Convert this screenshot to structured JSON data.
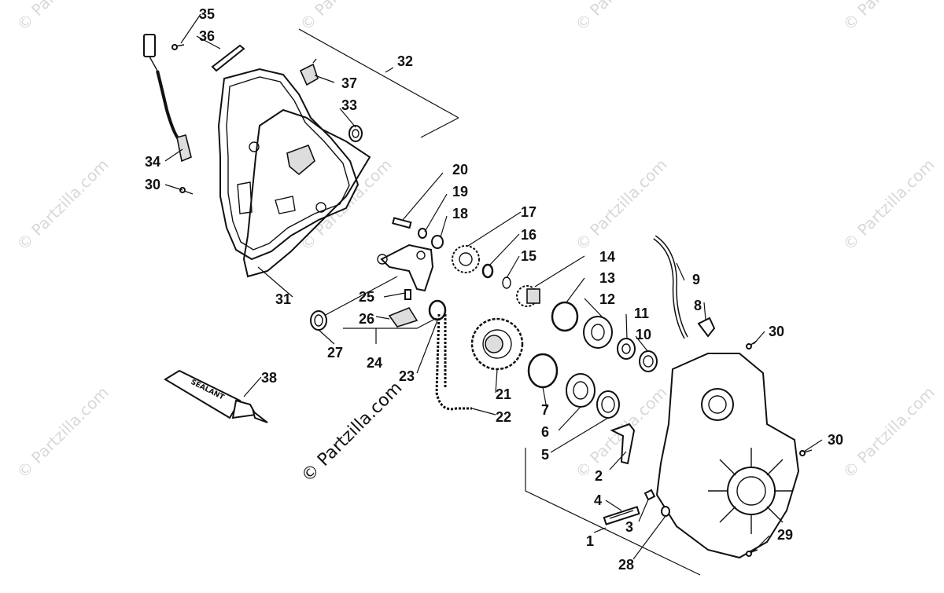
{
  "watermark": {
    "text": "© Partzilla.com",
    "main_text": "© Partzilla.com"
  },
  "tube": {
    "label": "SEALANT"
  },
  "callouts": [
    {
      "id": "c1",
      "text": "1"
    },
    {
      "id": "c2",
      "text": "2"
    },
    {
      "id": "c3",
      "text": "3"
    },
    {
      "id": "c4",
      "text": "4"
    },
    {
      "id": "c5",
      "text": "5"
    },
    {
      "id": "c6",
      "text": "6"
    },
    {
      "id": "c7",
      "text": "7"
    },
    {
      "id": "c8",
      "text": "8"
    },
    {
      "id": "c9",
      "text": "9"
    },
    {
      "id": "c10",
      "text": "10"
    },
    {
      "id": "c11",
      "text": "11"
    },
    {
      "id": "c12",
      "text": "12"
    },
    {
      "id": "c13",
      "text": "13"
    },
    {
      "id": "c14",
      "text": "14"
    },
    {
      "id": "c15",
      "text": "15"
    },
    {
      "id": "c16",
      "text": "16"
    },
    {
      "id": "c17",
      "text": "17"
    },
    {
      "id": "c18",
      "text": "18"
    },
    {
      "id": "c19",
      "text": "19"
    },
    {
      "id": "c20",
      "text": "20"
    },
    {
      "id": "c21",
      "text": "21"
    },
    {
      "id": "c22",
      "text": "22"
    },
    {
      "id": "c23",
      "text": "23"
    },
    {
      "id": "c24",
      "text": "24"
    },
    {
      "id": "c25",
      "text": "25"
    },
    {
      "id": "c26",
      "text": "26"
    },
    {
      "id": "c27",
      "text": "27"
    },
    {
      "id": "c28",
      "text": "28"
    },
    {
      "id": "c29",
      "text": "29"
    },
    {
      "id": "c30a",
      "text": "30"
    },
    {
      "id": "c30b",
      "text": "30"
    },
    {
      "id": "c30c",
      "text": "30"
    },
    {
      "id": "c31",
      "text": "31"
    },
    {
      "id": "c32",
      "text": "32"
    },
    {
      "id": "c33",
      "text": "33"
    },
    {
      "id": "c34",
      "text": "34"
    },
    {
      "id": "c35",
      "text": "35"
    },
    {
      "id": "c36",
      "text": "36"
    },
    {
      "id": "c37",
      "text": "37"
    },
    {
      "id": "c38",
      "text": "38"
    }
  ]
}
